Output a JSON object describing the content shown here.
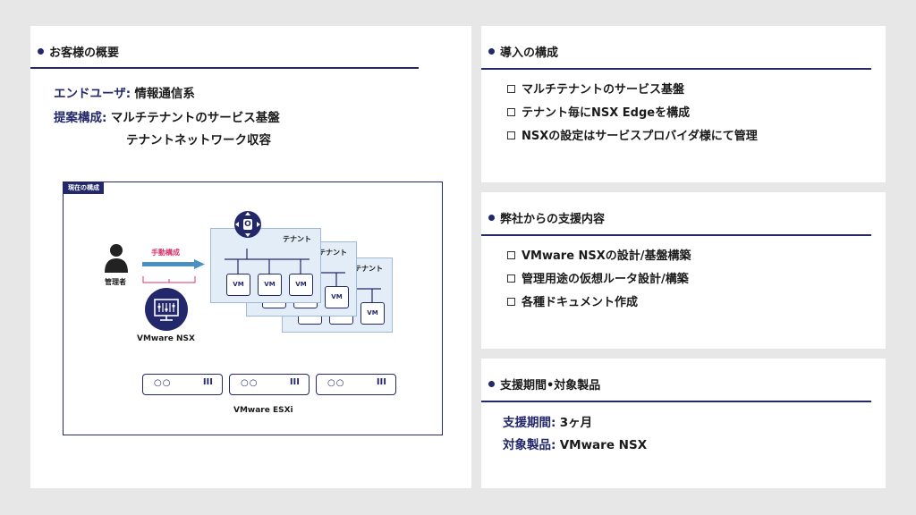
{
  "customer": {
    "title": "お客様の概要",
    "end_user_label": "エンドユーザ:",
    "end_user_value": "情報通信系",
    "proposal_label": "提案構成:",
    "proposal_values": [
      "マルチテナントのサービス基盤",
      "テナントネットワーク収容"
    ],
    "diagram": {
      "tag": "現在の構成",
      "admin_label": "管理者",
      "manual_label": "手動構成",
      "nsx_label": "VMware NSX",
      "tenant_label": "テナント",
      "vm_label": "VM",
      "router_symbol": "O",
      "server_dots": "○○",
      "server_bars": "III",
      "esxi_label": "VMware ESXi"
    }
  },
  "intro": {
    "title": "導入の構成",
    "items": [
      "マルチテナントのサービス基盤",
      "テナント毎にNSX Edgeを構成",
      "NSXの設定はサービスプロバイダ様にて管理"
    ]
  },
  "support": {
    "title": "弊社からの支援内容",
    "items": [
      "VMware NSXの設計/基盤構築",
      "管理用途の仮想ルータ設計/構築",
      "各種ドキュメント作成"
    ]
  },
  "period": {
    "title": "支援期間•対象製品",
    "period_label": "支援期間:",
    "period_value": "3ヶ月",
    "product_label": "対象製品:",
    "product_value": "VMware NSX"
  },
  "colors": {
    "accent": "#23286b",
    "tenant_bg": "#e3edf7",
    "arrow": "#4a90c2",
    "manual_text": "#d6336c"
  }
}
